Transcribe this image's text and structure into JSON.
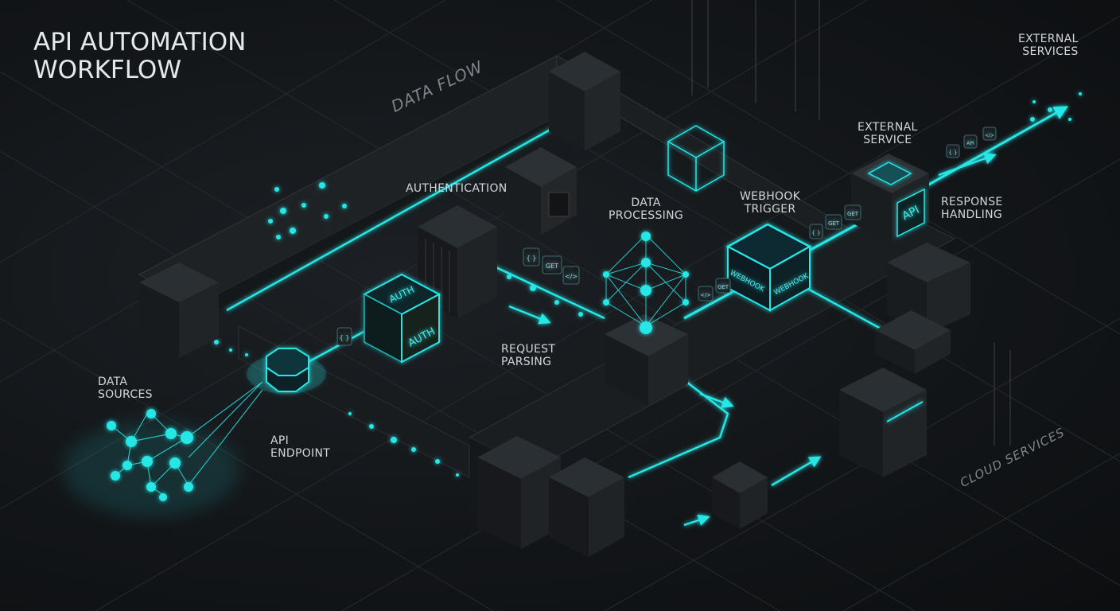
{
  "title": {
    "line1": "API AUTOMATION",
    "line2": "WORKFLOW"
  },
  "zones": {
    "data_flow": "DATA FLOW",
    "cloud_services": "CLOUD SERVICES"
  },
  "labels": {
    "external_services": {
      "line1": "EXTERNAL",
      "line2": "SERVICES"
    },
    "external_service": {
      "line1": "EXTERNAL",
      "line2": "SERVICE"
    },
    "authentication": "AUTHENTICATION",
    "data_processing": {
      "line1": "DATA",
      "line2": "PROCESSING"
    },
    "webhook_trigger": {
      "line1": "WEBHOOK",
      "line2": "TRIGGER"
    },
    "response_handling": {
      "line1": "RESPONSE",
      "line2": "HANDLING"
    },
    "request_parsing": {
      "line1": "REQUEST",
      "line2": "PARSING"
    },
    "data_sources": {
      "line1": "DATA",
      "line2": "SOURCES"
    },
    "api_endpoint": {
      "line1": "API",
      "line2": "ENDPOINT"
    }
  },
  "box_text": {
    "auth": "AUTH",
    "webhook": "WEBHOOK",
    "api": "API"
  },
  "chips": {
    "braces": "{ }",
    "get": "GET",
    "tag": "</>",
    "api": "API"
  },
  "colors": {
    "accent": "#27e6e6",
    "accent_dim": "#13a7ad",
    "background": "#131619",
    "block": "#1d2124",
    "text": "#d2d6d9"
  }
}
